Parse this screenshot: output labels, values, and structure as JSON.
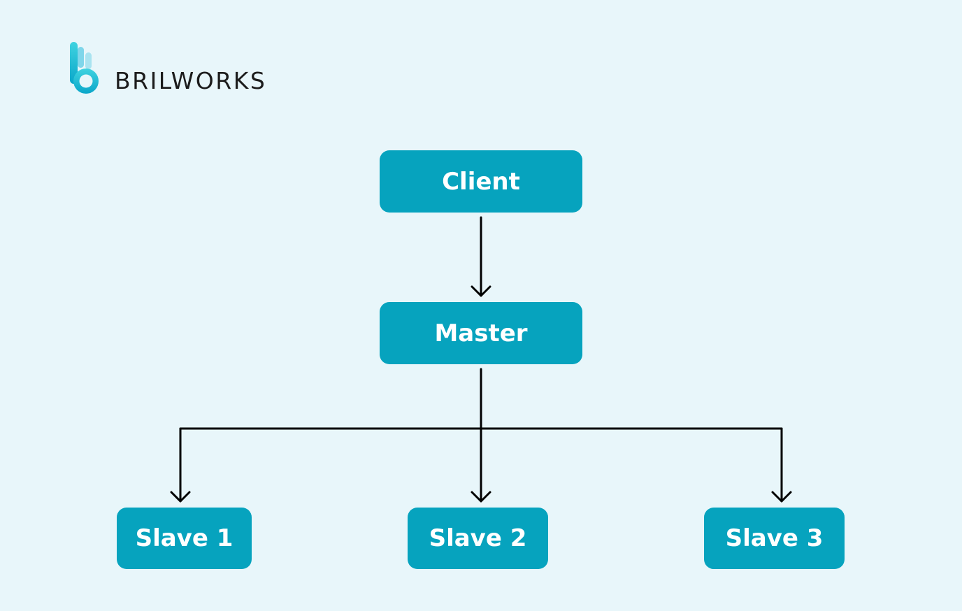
{
  "brand": {
    "name": "BRILWORKS",
    "colors": {
      "accent": "#06a3be",
      "logo_gradient_top": "#3fd3e0",
      "logo_gradient_bottom": "#0aa6c9",
      "text": "#1c1c1c",
      "background": "#e8f6fa"
    }
  },
  "diagram": {
    "nodes": {
      "client": "Client",
      "master": "Master",
      "slave1": "Slave 1",
      "slave2": "Slave 2",
      "slave3": "Slave 3"
    },
    "edges": [
      {
        "from": "Client",
        "to": "Master"
      },
      {
        "from": "Master",
        "to": "Slave 1"
      },
      {
        "from": "Master",
        "to": "Slave 2"
      },
      {
        "from": "Master",
        "to": "Slave 3"
      }
    ]
  }
}
